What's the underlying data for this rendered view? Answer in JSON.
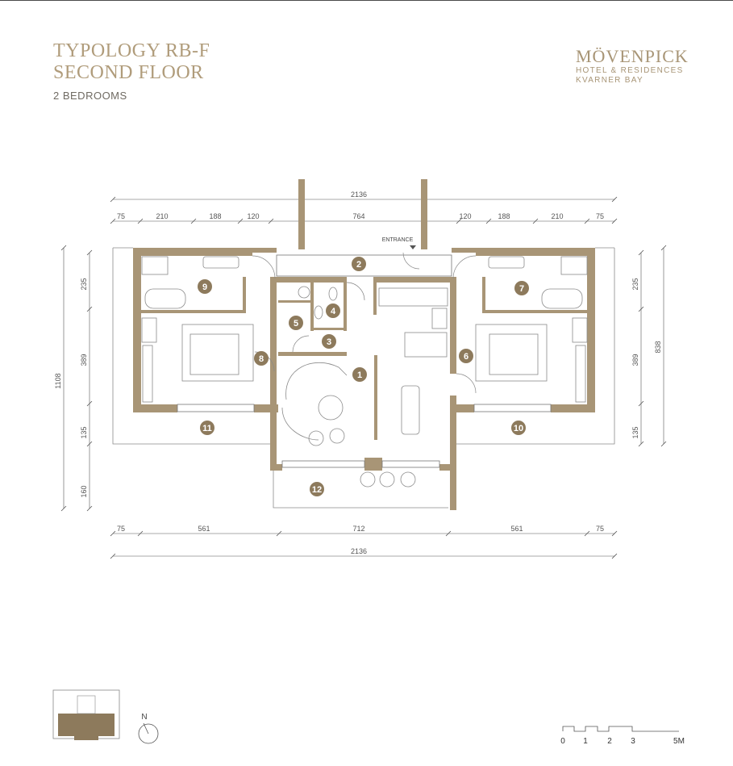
{
  "header": {
    "title_line1": "TYPOLOGY RB-F",
    "title_line2": "SECOND FLOOR",
    "subtitle": "2 BEDROOMS"
  },
  "brand": {
    "name": "MÖVENPICK",
    "line1": "HOTEL & RESIDENCES",
    "line2": "KVARNER BAY"
  },
  "plan": {
    "entrance_label": "ENTRANCE",
    "rooms": [
      "1",
      "2",
      "3",
      "4",
      "5",
      "6",
      "7",
      "8",
      "9",
      "10",
      "11",
      "12"
    ],
    "dimensions": {
      "top_total": "2136",
      "top_segments": [
        "75",
        "210",
        "188",
        "120",
        "764",
        "120",
        "188",
        "210",
        "75"
      ],
      "bottom_segments": [
        "75",
        "561",
        "712",
        "561",
        "75"
      ],
      "bottom_total": "2136",
      "left_total": "1108",
      "left_segments": [
        "235",
        "389",
        "135",
        "160"
      ],
      "right_segments": [
        "235",
        "389",
        "135"
      ],
      "right_total": "838"
    }
  },
  "north_label": "N",
  "scale": {
    "labels": [
      "0",
      "1",
      "2",
      "3",
      "5M"
    ]
  },
  "colors": {
    "wall": "#a89576",
    "room_badge": "#8d7a5c",
    "text": "#a89576"
  }
}
